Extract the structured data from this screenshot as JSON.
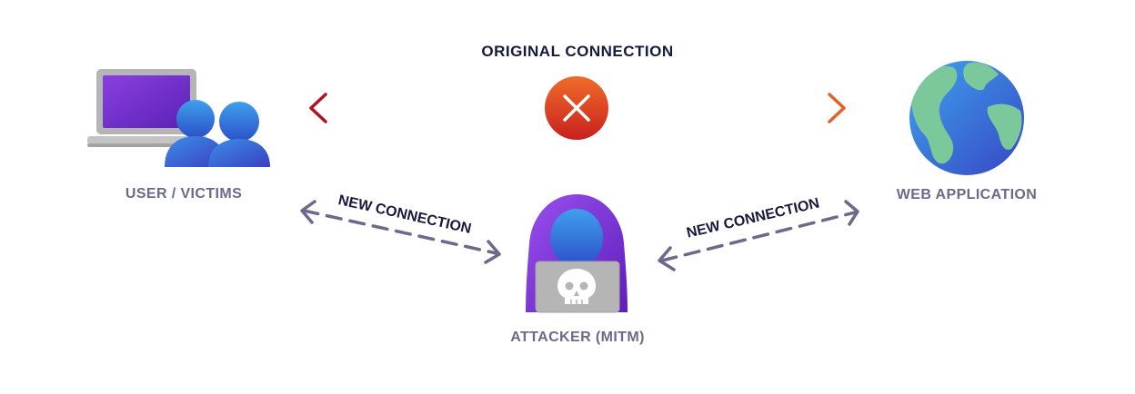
{
  "labels": {
    "original_connection": "ORIGINAL CONNECTION",
    "user": "USER / VICTIMS",
    "web_app": "WEB APPLICATION",
    "attacker": "ATTACKER (MITM)",
    "new_connection_left": "NEW CONNECTION",
    "new_connection_right": "NEW CONNECTION"
  },
  "icons": {
    "user": "laptop-with-users-icon",
    "web_app": "globe-icon",
    "attacker": "hooded-hacker-with-laptop-icon",
    "blocked": "x-circle-icon",
    "skull": "skull-icon"
  },
  "colors": {
    "label_gray": "#6B6A8C",
    "title_navy": "#171A3D",
    "arrow_dark_red": "#B3121E",
    "arrow_orange": "#E2622A",
    "dashed_arrow": "#6B6A8C",
    "purple": "#7A2FCF",
    "blue": "#2E7BDB",
    "laptop_gray": "#B5B5B5",
    "globe_green": "#7BC89A"
  }
}
